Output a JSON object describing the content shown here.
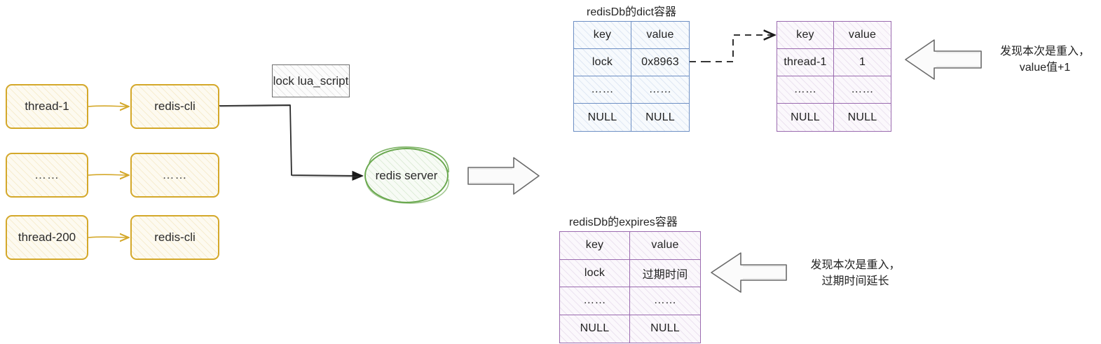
{
  "diagram": {
    "title": "Redis reentrant lock flow",
    "colors": {
      "yellow_border": "#d4a82a",
      "grey_border": "#6e6e6e",
      "green_border": "#6aa84f",
      "blue_border": "#6d8fc4",
      "purple_border": "#9a6aaf",
      "arrow_black": "#1a1a1a"
    }
  },
  "threads": [
    {
      "client_label": "thread-1",
      "server_label": "redis-cli"
    },
    {
      "client_label": "……",
      "server_label": "……"
    },
    {
      "client_label": "thread-200",
      "server_label": "redis-cli"
    }
  ],
  "script_box": {
    "label": "lock lua_script"
  },
  "server_node": {
    "label": "redis server"
  },
  "tables": {
    "dict": {
      "title": "redisDb的dict容器",
      "headers": [
        "key",
        "value"
      ],
      "rows": [
        [
          "lock",
          "0x8963"
        ],
        [
          "……",
          "……"
        ],
        [
          "NULL",
          "NULL"
        ]
      ]
    },
    "entry": {
      "title": "",
      "headers": [
        "key",
        "value"
      ],
      "rows": [
        [
          "thread-1",
          "1"
        ],
        [
          "……",
          "……"
        ],
        [
          "NULL",
          "NULL"
        ]
      ]
    },
    "expires": {
      "title": "redisDb的expires容器",
      "headers": [
        "key",
        "value"
      ],
      "rows": [
        [
          "lock",
          "过期时间"
        ],
        [
          "……",
          "……"
        ],
        [
          "NULL",
          "NULL"
        ]
      ]
    }
  },
  "annotations": {
    "reentrant_value": "发现本次是重入，\nvalue值+1",
    "reentrant_expire": "发现本次是重入，\n过期时间延长"
  }
}
